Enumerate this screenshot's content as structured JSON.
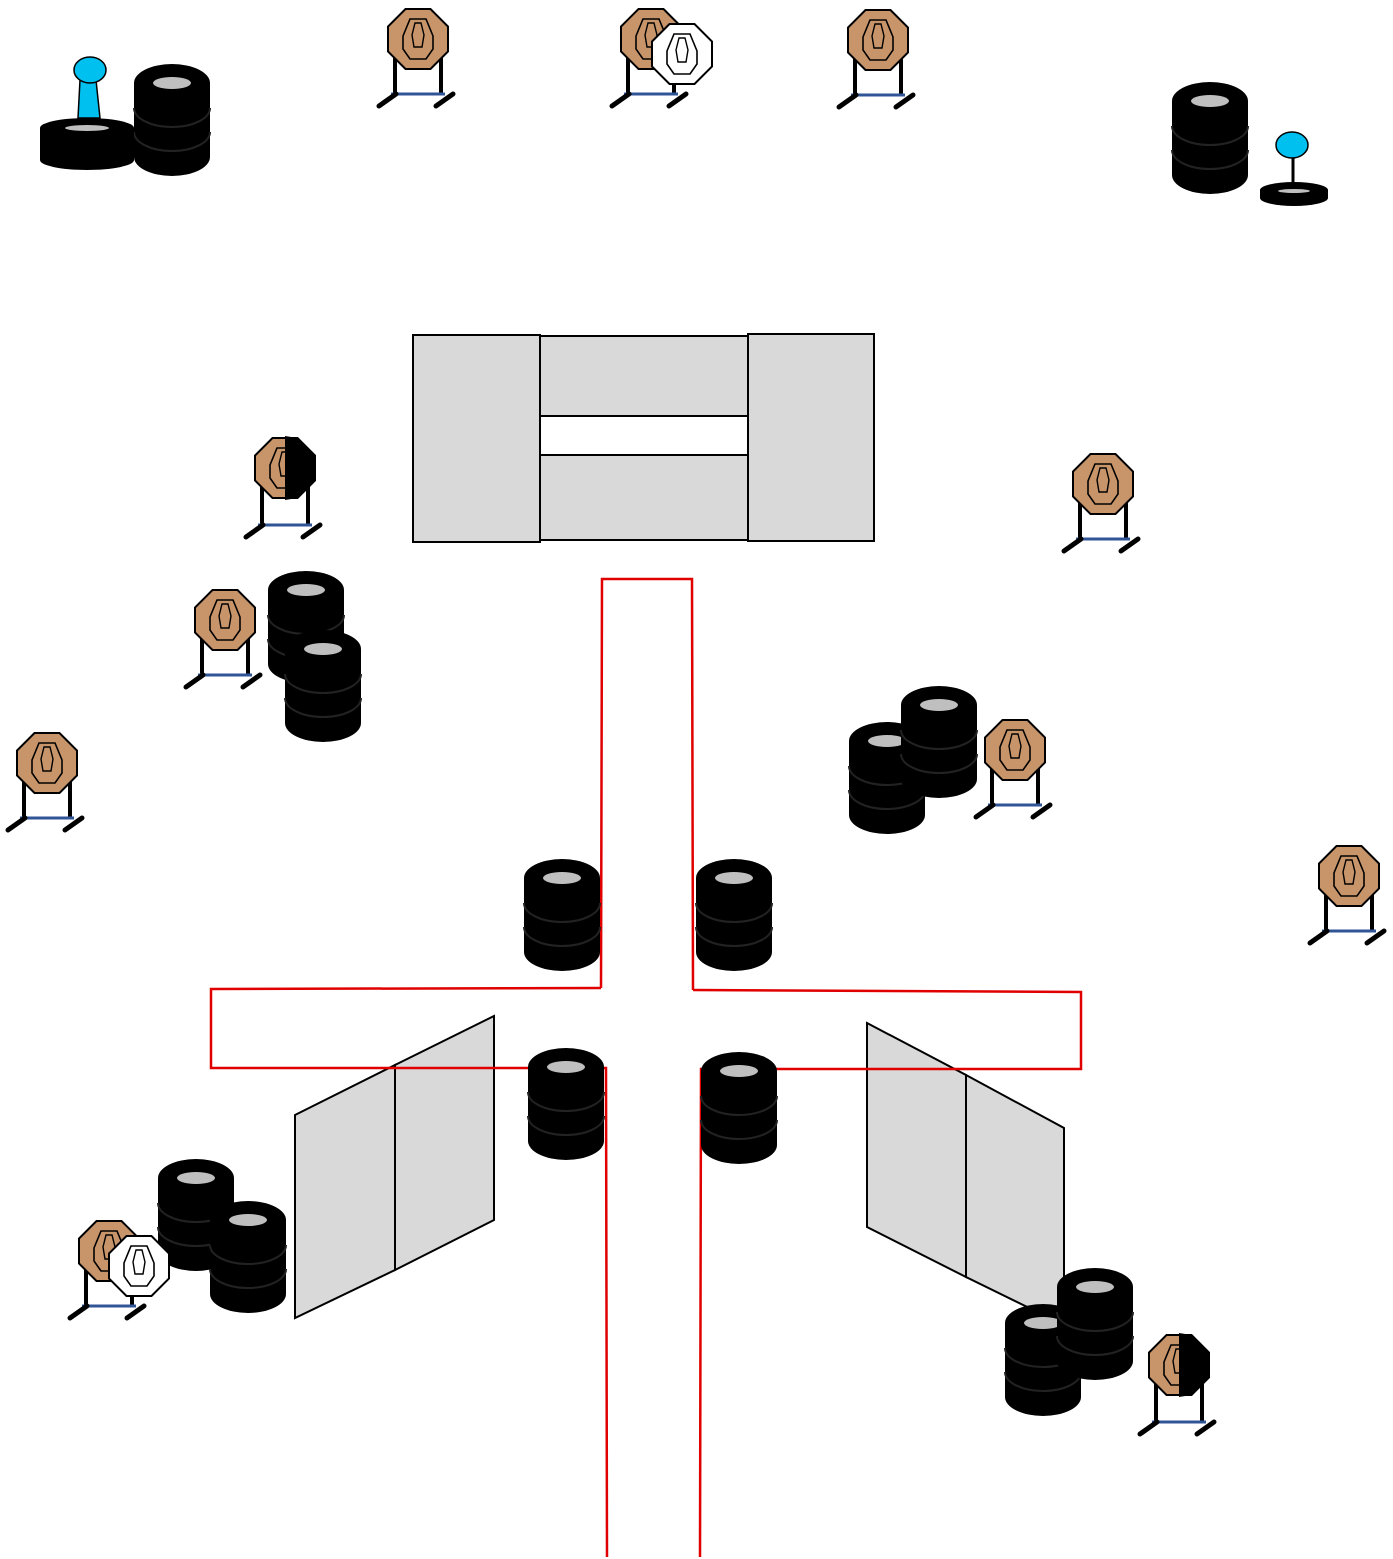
{
  "colors": {
    "background": "#ffffff",
    "fault_line": "#e00000",
    "barricade_fill": "#d9d9d9",
    "barricade_stroke": "#000000",
    "target_tan": "#c8956a",
    "target_no_shoot": "#ffffff",
    "target_stand_leg": "#000000",
    "target_stand_base": "#2f5597",
    "tire": "#000000",
    "tire_hole": "#bfbfbf",
    "popper": "#00c0f0"
  },
  "legend": {
    "tan-target-icon": "paper target on stand",
    "no-shoot-target-icon": "no-shoot target",
    "half-hardcover-target-icon": "partially hard-covered target",
    "tire-stack-icon": "tire stack",
    "popper-icon": "steel popper",
    "barricade-icon": "wall barricade",
    "fault-line-icon": "fault line"
  }
}
